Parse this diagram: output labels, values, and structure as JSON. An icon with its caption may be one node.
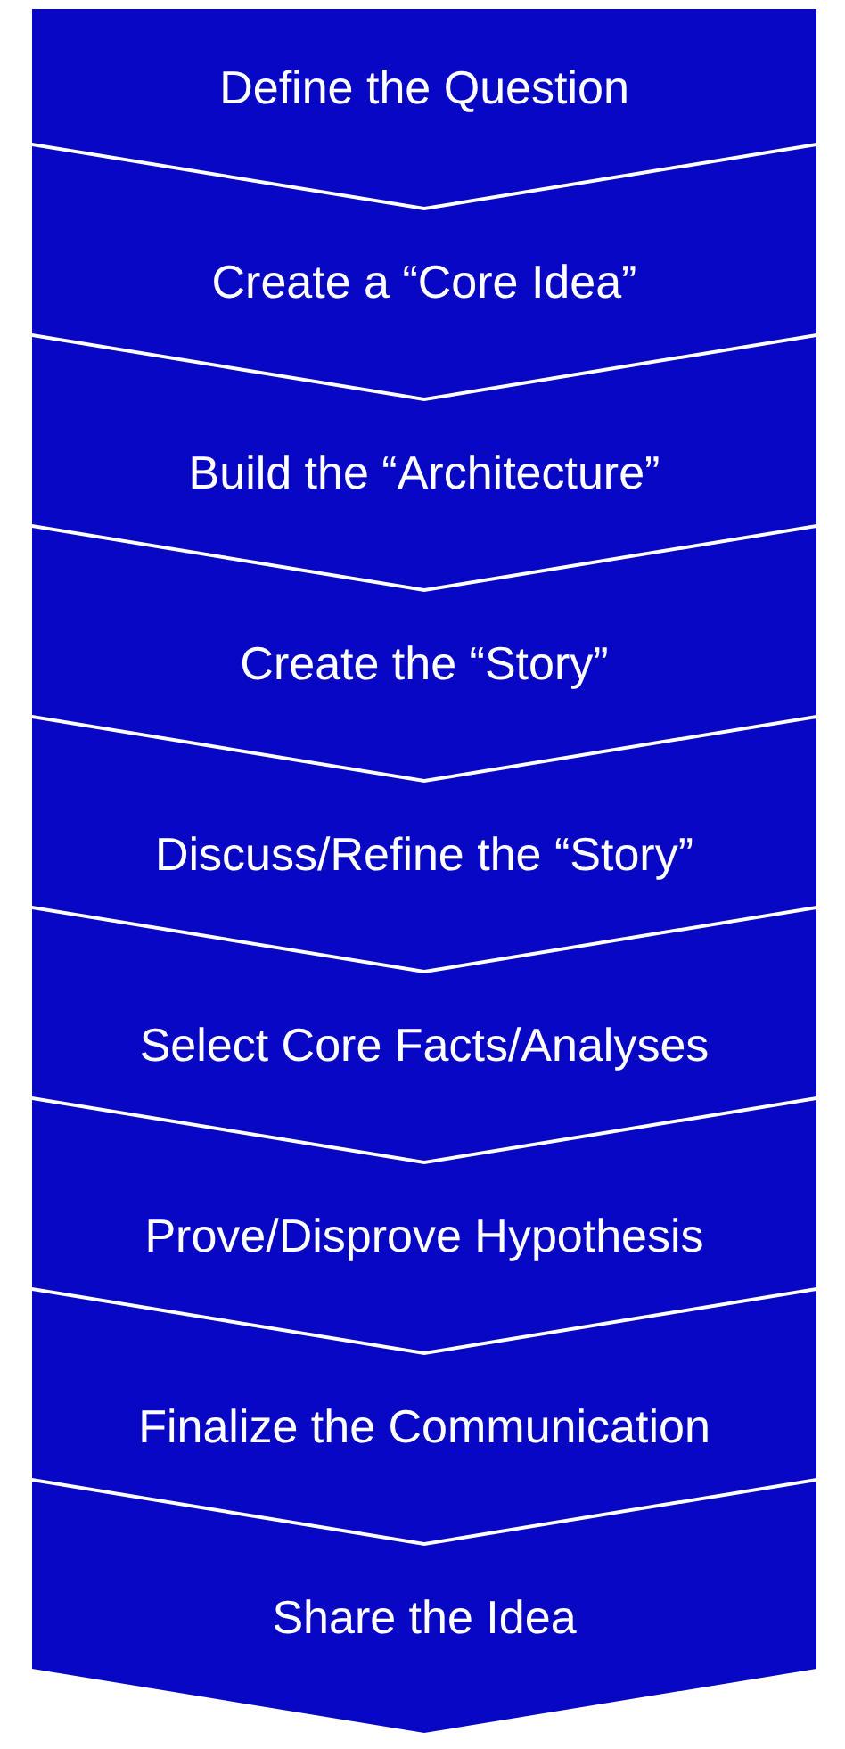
{
  "diagram": {
    "nodes": [
      {
        "text": [
          "Define the Question"
        ]
      },
      {
        "text": [
          "Create a “Core Idea”"
        ]
      },
      {
        "text": [
          "Build the “Architecture”"
        ]
      },
      {
        "text": [
          "Create the “Story”"
        ]
      },
      {
        "text": [
          "Discuss/Refine the “Story”"
        ]
      },
      {
        "text": [
          "Select Core Facts/Analyses"
        ]
      },
      {
        "text": [
          "Prove/Disprove Hypothesis"
        ]
      },
      {
        "text": [
          "Finalize the Communication"
        ]
      },
      {
        "text": [
          "Share the Idea"
        ]
      }
    ]
  }
}
